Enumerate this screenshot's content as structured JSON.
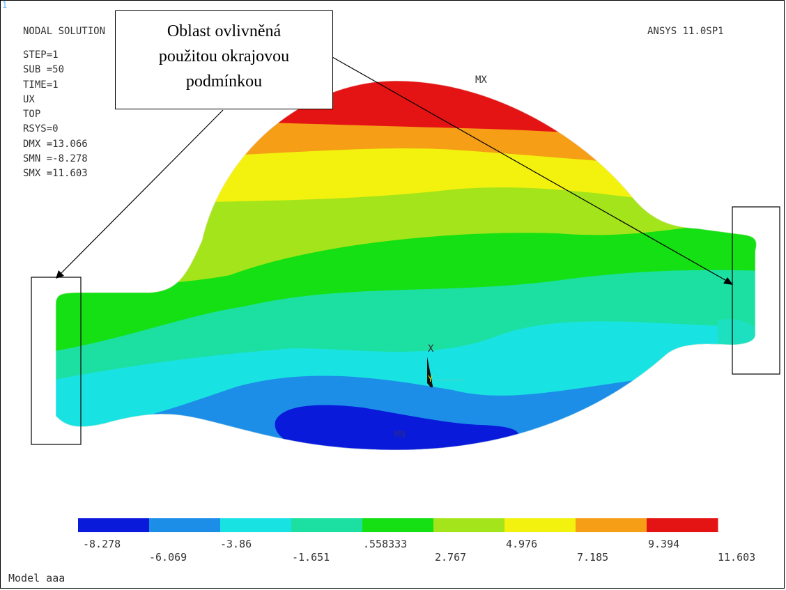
{
  "window_number": "1",
  "header": {
    "title": "NODAL SOLUTION",
    "version": "ANSYS 11.0SP1"
  },
  "info_lines": [
    "STEP=1",
    "SUB =50",
    "TIME=1",
    "UX",
    "TOP",
    "RSYS=0",
    "DMX =13.066",
    "SMN =-8.278",
    "SMX =11.603"
  ],
  "callout": {
    "lines": [
      "Oblast ovlivněná",
      "použitou okrajovou",
      "podmínkou"
    ]
  },
  "plot_labels": {
    "max": "MX",
    "min": "MN",
    "axis_x": "X",
    "axis_y": "Y"
  },
  "legend": {
    "colors": [
      "#0a1adb",
      "#1c8ee8",
      "#19e2e2",
      "#1ce0a2",
      "#14e014",
      "#a4e41a",
      "#f2f20e",
      "#f59e16",
      "#e41414"
    ],
    "labels_top": [
      "-8.278",
      "-3.86",
      ".558333",
      "4.976",
      "9.394"
    ],
    "labels_bottom": [
      "-6.069",
      "-1.651",
      "2.767",
      "7.185",
      "11.603"
    ]
  },
  "footer": {
    "model": "Model aaa"
  }
}
